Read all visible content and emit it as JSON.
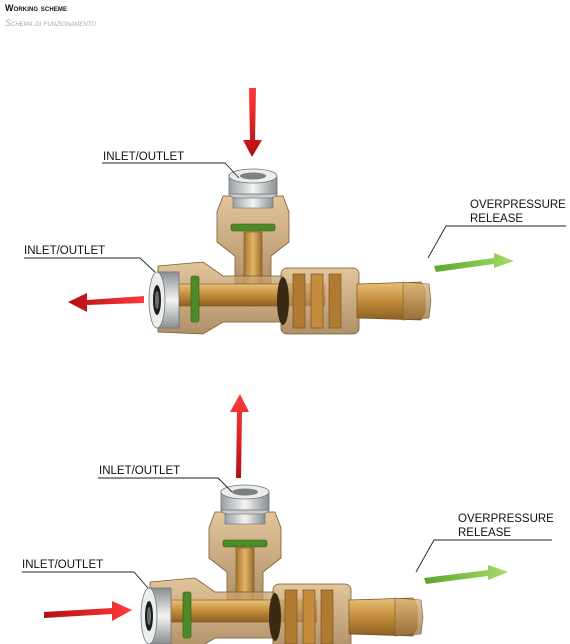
{
  "header": {
    "title": "Working scheme",
    "subtitle": "Schema di funzionamento"
  },
  "diagram1": {
    "label_top": "INLET/OUTLET",
    "label_left": "INLET/OUTLET",
    "label_right": "OVERPRESSURE\nRELEASE"
  },
  "diagram2": {
    "label_top": "INLET/OUTLET",
    "label_left": "INLET/OUTLET",
    "label_right": "OVERPRESSURE\nRELEASE"
  },
  "colors": {
    "arrow_flow": "#e8161c",
    "arrow_release": "#7dc242",
    "body_brass": "#c8913f",
    "body_shell": "#b88a4e",
    "seal_green": "#4f8a2a"
  }
}
